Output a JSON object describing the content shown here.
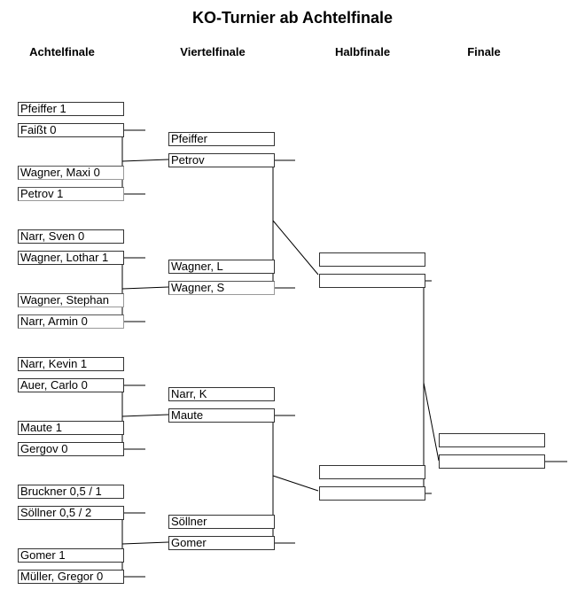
{
  "title": "KO-Turnier ab Achtelfinale",
  "rounds": [
    "Achtelfinale",
    "Viertelfinale",
    "Halbfinale",
    "Finale"
  ],
  "achtelfinale": [
    "Pfeiffer 1",
    "Faißt 0",
    "Wagner, Maxi 0",
    "Petrov 1",
    "Narr, Sven 0",
    "Wagner, Lothar 1",
    "Wagner, Stephan",
    "Narr, Armin 0",
    "Narr, Kevin 1",
    "Auer, Carlo 0",
    "Maute 1",
    "Gergov 0",
    "Bruckner 0,5 / 1",
    "Söllner 0,5 / 2",
    "Gomer 1",
    "Müller, Gregor 0"
  ],
  "viertelfinale": [
    "Pfeiffer",
    "Petrov",
    "Wagner, L",
    "Wagner, S",
    "Narr, K",
    "Maute",
    "Söllner",
    "Gomer"
  ],
  "halbfinale": [
    "",
    "",
    "",
    ""
  ],
  "finale": [
    "",
    ""
  ]
}
